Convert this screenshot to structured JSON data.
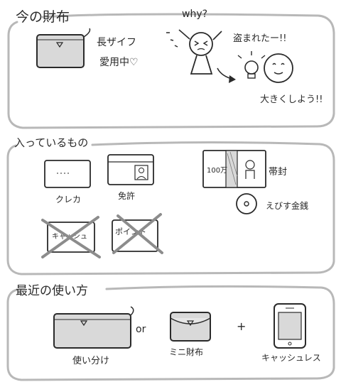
{
  "colors": {
    "ink": "#2a2a2a",
    "fill": "#d9d9d9",
    "cross": "#8c8c8c",
    "paper": "#ffffff"
  },
  "section1": {
    "title": "今の財布",
    "wallet_note_1": "長ザイフ",
    "wallet_note_2": "愛用中♡",
    "why_label": "why?",
    "stolen_text": "盗まれたー!!",
    "bigger_text": "大きくしよう!!"
  },
  "section2": {
    "title": "入っているもの",
    "items": [
      {
        "label": "クレカ",
        "icon": "credit-card-icon",
        "crossed": false
      },
      {
        "label": "免許",
        "icon": "license-card-icon",
        "crossed": false
      },
      {
        "label": "帯封",
        "icon": "banknote-bundle-icon",
        "crossed": false
      },
      {
        "label": "えびす金銭",
        "icon": "coin-icon",
        "crossed": false
      },
      {
        "label": "キャッシュ",
        "icon": "cash-card-icon",
        "crossed": true
      },
      {
        "label": "ポイント",
        "icon": "point-card-icon",
        "crossed": true
      }
    ],
    "bundle_amount": "100万"
  },
  "section3": {
    "title": "最近の使い方",
    "items": [
      {
        "label": "使い分け",
        "icon": "long-wallet-icon"
      },
      {
        "label": "ミニ財布",
        "icon": "mini-wallet-icon"
      },
      {
        "label": "キャッシュレス",
        "icon": "smartphone-icon"
      }
    ],
    "or_text": "or",
    "plus_text": "+"
  }
}
